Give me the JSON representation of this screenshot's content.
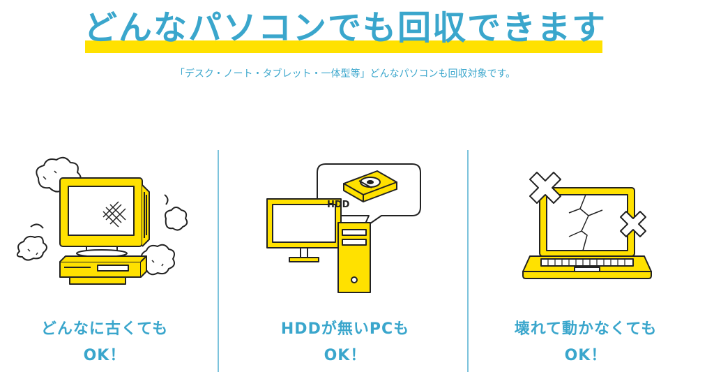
{
  "header": {
    "title": "どんなパソコンでも回収できます",
    "subtitle": "「デスク・ノート・タブレット・一体型等」どんなパソコンも回収対象です。"
  },
  "items": [
    {
      "caption_line1": "どんなに古くても",
      "caption_line2": "OK！"
    },
    {
      "caption_line1": "HDDが無いPCも",
      "caption_line2": "OK！",
      "illus_label": "HDD"
    },
    {
      "caption_line1": "壊れて動かなくても",
      "caption_line2": "OK！"
    }
  ],
  "colors": {
    "accent": "#3aa6cc",
    "highlight": "#ffe100",
    "divider": "#7cc3dc",
    "line": "#222222"
  }
}
